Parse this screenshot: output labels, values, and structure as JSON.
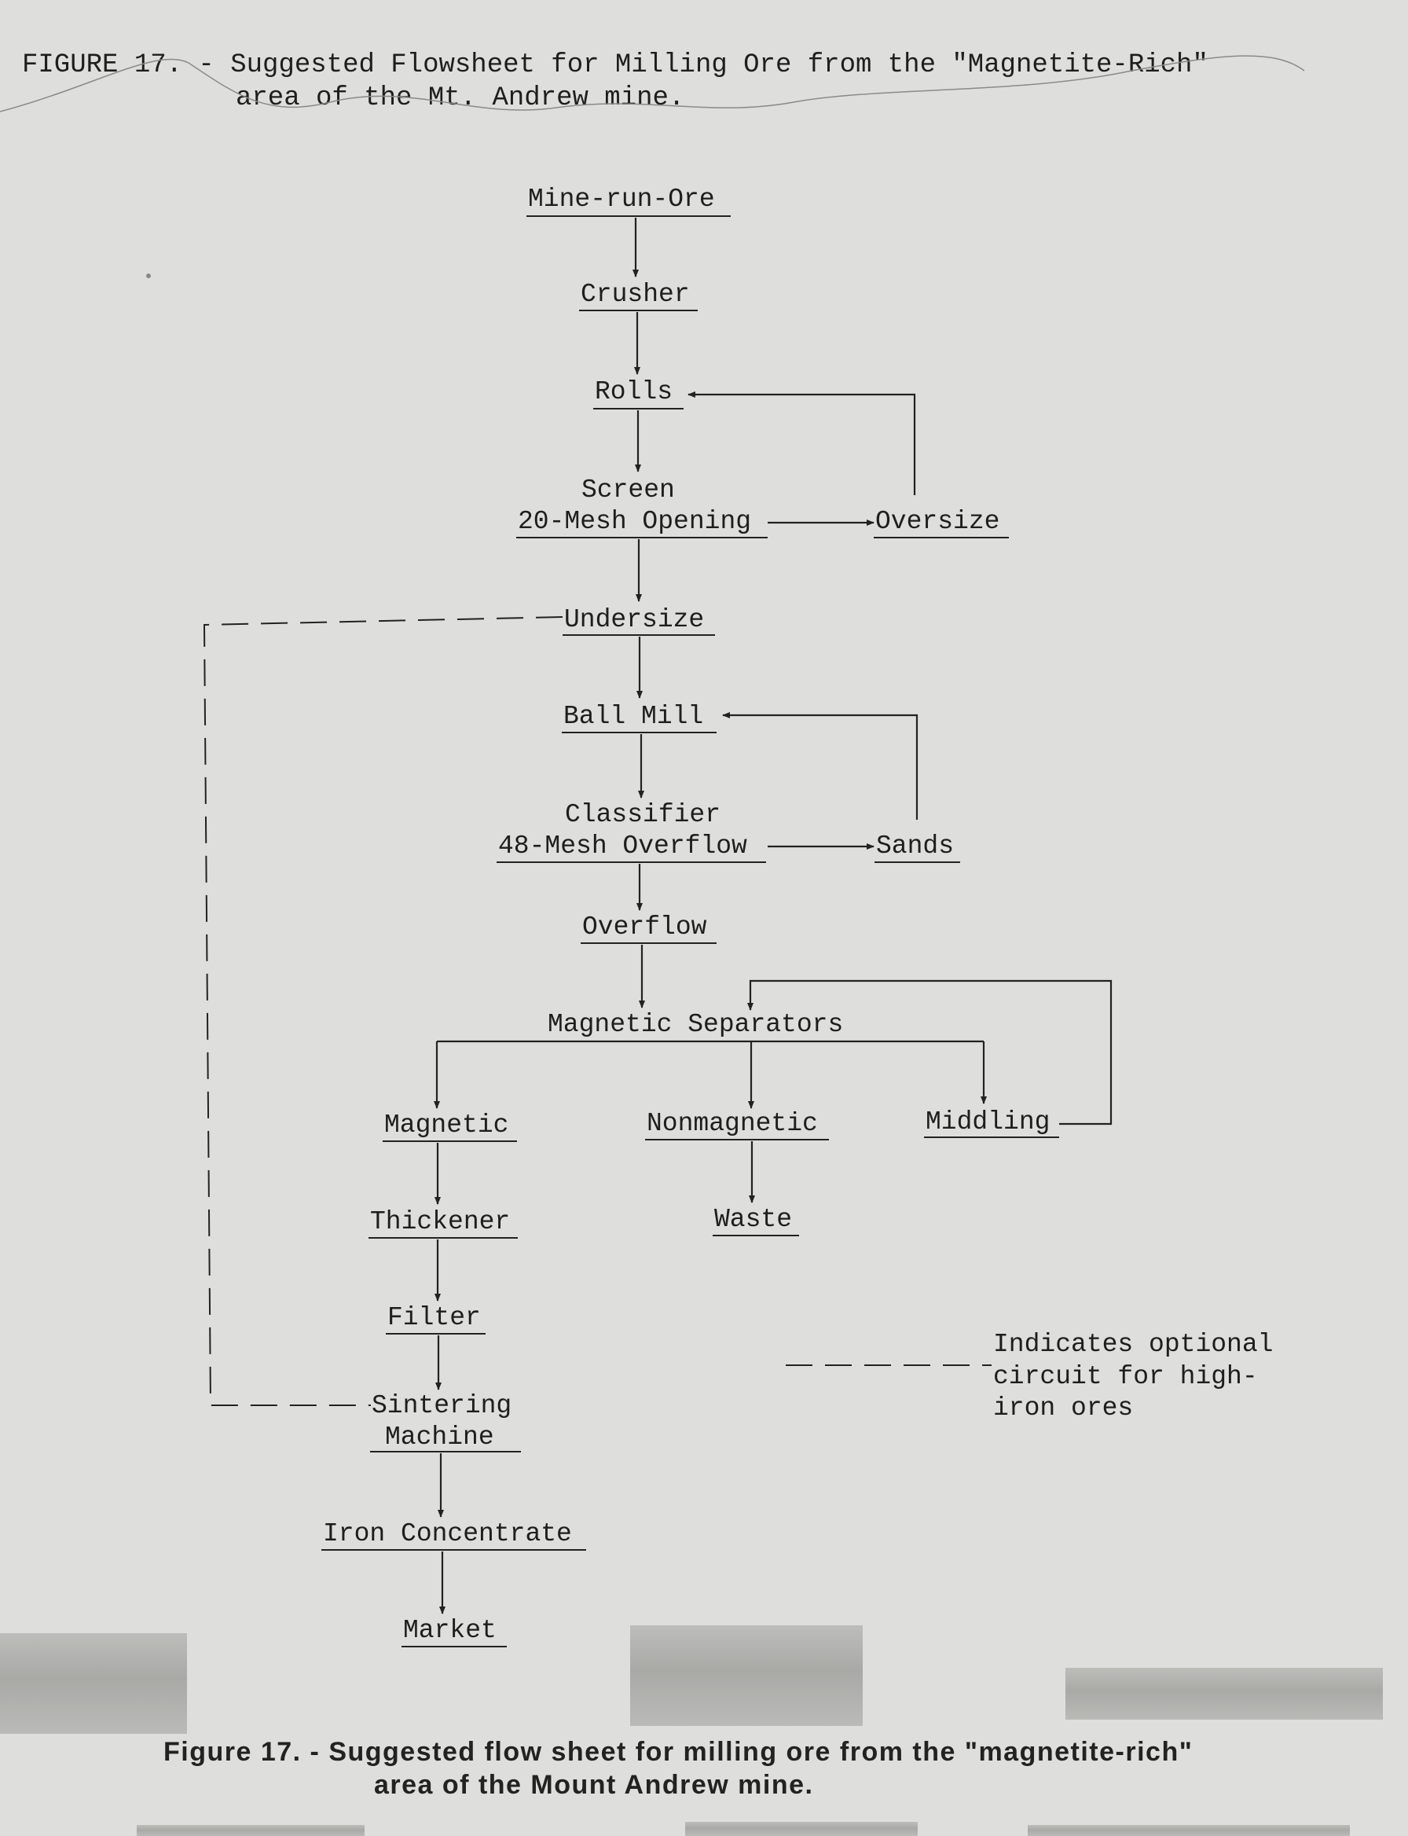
{
  "figure_title": {
    "line1": "FIGURE 17. - Suggested Flowsheet for Milling Ore from the \"Magnetite-Rich\"",
    "line2": "area of the Mt. Andrew mine."
  },
  "nodes": {
    "mine_run_ore": "Mine-run-Ore",
    "crusher": "Crusher",
    "rolls": "Rolls",
    "screen": "Screen",
    "screen_opening": "20-Mesh Opening",
    "oversize": "Oversize",
    "undersize": "Undersize",
    "ball_mill": "Ball Mill",
    "classifier": "Classifier",
    "classifier_overflow": "48-Mesh Overflow",
    "sands": "Sands",
    "overflow": "Overflow",
    "magnetic_separators": "Magnetic Separators",
    "magnetic": "Magnetic",
    "nonmagnetic": "Nonmagnetic",
    "middling": "Middling",
    "thickener": "Thickener",
    "waste": "Waste",
    "filter": "Filter",
    "sintering": "Sintering",
    "machine": "Machine",
    "iron_concentrate": "Iron Concentrate",
    "market": "Market"
  },
  "legend": {
    "line1": "Indicates optional",
    "line2": "circuit for high-",
    "line3": "iron ores"
  },
  "caption": {
    "line1": "Figure 17. - Suggested flow sheet for milling ore from the \"magnetite-rich\"",
    "line2": "area of the Mount Andrew mine."
  }
}
